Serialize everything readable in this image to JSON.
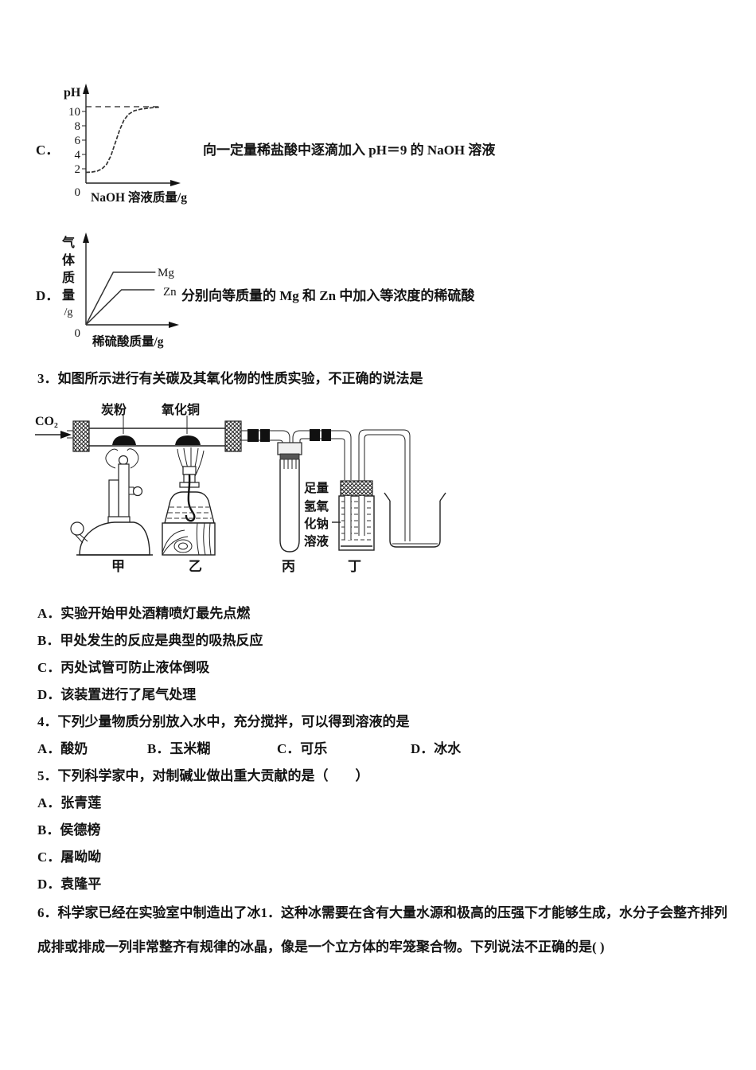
{
  "answer_rows": [
    {
      "label": "C．",
      "caption": "向一定量稀盐酸中逐滴加入 pH＝9 的 NaOH 溶液"
    },
    {
      "label": "D．",
      "caption": "分别向等质量的 Mg 和 Zn 中加入等浓度的稀硫酸"
    }
  ],
  "chart_data": [
    {
      "type": "line",
      "title": "",
      "ylabel": "pH",
      "xlabel": "NaOH 溶液质量/g",
      "origin": "0",
      "yticks": [
        2,
        4,
        6,
        8,
        10
      ],
      "ylim": [
        0,
        12
      ],
      "grid": false,
      "legend": false,
      "guide_line_pH": 10.7,
      "guide_style": "dashed",
      "series": [
        {
          "name": "pH",
          "x_pct": [
            0,
            8,
            16,
            22,
            28,
            34,
            40,
            46,
            52,
            58,
            66,
            76,
            88,
            100
          ],
          "y": [
            1.5,
            1.55,
            1.7,
            2.0,
            2.6,
            3.8,
            5.6,
            7.4,
            8.8,
            9.6,
            10.1,
            10.35,
            10.5,
            10.6
          ]
        }
      ]
    },
    {
      "type": "line",
      "title": "",
      "ylabel": "气体质量/g",
      "ylabel_stack": [
        "气",
        "体",
        "质",
        "量",
        "/g"
      ],
      "xlabel": "稀硫酸质量/g",
      "origin": "0",
      "grid": false,
      "legend": false,
      "series": [
        {
          "name": "Mg",
          "x_pct": [
            0,
            33,
            84
          ],
          "y_pct": [
            0,
            60,
            60
          ]
        },
        {
          "name": "Zn",
          "x_pct": [
            0,
            43,
            83
          ],
          "y_pct": [
            0,
            40,
            40
          ]
        }
      ]
    }
  ],
  "q3": {
    "text": "3．如图所示进行有关碳及其氧化物的性质实验，不正确的说法是",
    "options": [
      "A．实验开始甲处酒精喷灯最先点燃",
      "B．甲处发生的反应是典型的吸热反应",
      "C．丙处试管可防止液体倒吸",
      "D．该装置进行了尾气处理"
    ]
  },
  "diagram": {
    "gas_in": "CO₂",
    "carbon_powder": "炭粉",
    "copper_oxide": "氧化铜",
    "lamp_jia": "甲",
    "lamp_yi": "乙",
    "tube_bing": "丙",
    "bottle_ding": "丁",
    "naoh_rows": [
      "足量",
      "氢氧",
      "化钠",
      "溶液"
    ]
  },
  "q4": {
    "text": "4．下列少量物质分别放入水中，充分搅拌，可以得到溶液的是",
    "options": [
      "A．酸奶",
      "B．玉米糊",
      "C．可乐",
      "D．冰水"
    ]
  },
  "q5": {
    "text": "5．下列科学家中，对制碱业做出重大贡献的是（　　）",
    "options": [
      "A．张青莲",
      "B．侯德榜",
      "C．屠呦呦",
      "D．袁隆平"
    ]
  },
  "q6": {
    "line1": "6．科学家已经在实验室中制造出了冰1．这种冰需要在含有大量水源和极高的压强下才能够生成，水分子会整齐排列",
    "line2": "成排或排成一列非常整齐有规律的冰晶，像是一个立方体的牢笼聚合物。下列说法不正确的是( )"
  }
}
